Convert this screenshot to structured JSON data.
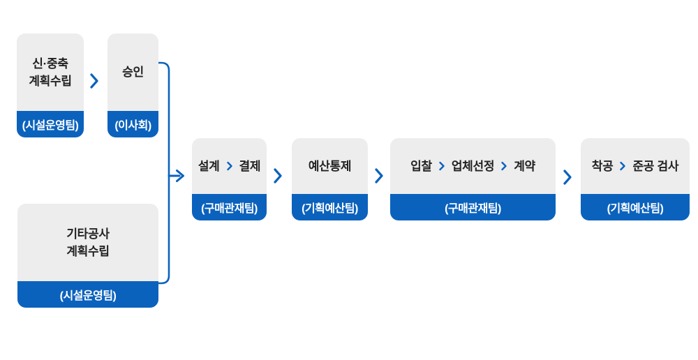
{
  "colors": {
    "accent_blue": "#0b62bd",
    "box_background": "#ededed",
    "body_text": "#222222",
    "footer_text": "#ffffff"
  },
  "icons": {
    "chevron_right": ">",
    "merge_bracket_arrow": "->"
  },
  "diagram": {
    "branch_top": [
      {
        "line1": "신·중축",
        "line2": "계획수립",
        "team": "(시설운영팀)"
      },
      {
        "line1": "승인",
        "team": "(이사회)"
      }
    ],
    "branch_bottom": [
      {
        "line1": "기타공사",
        "line2": "계획수립",
        "team": "(시설운영팀)"
      }
    ],
    "main": [
      {
        "steps": [
          "설계",
          "결제"
        ],
        "team": "(구매관재팀)"
      },
      {
        "steps": [
          "예산통제"
        ],
        "team": "(기획예산팀)"
      },
      {
        "steps": [
          "입찰",
          "업체선정",
          "계약"
        ],
        "team": "(구매관재팀)"
      },
      {
        "steps": [
          "착공",
          "준공 검사"
        ],
        "team": "(기획예산팀)"
      }
    ]
  }
}
